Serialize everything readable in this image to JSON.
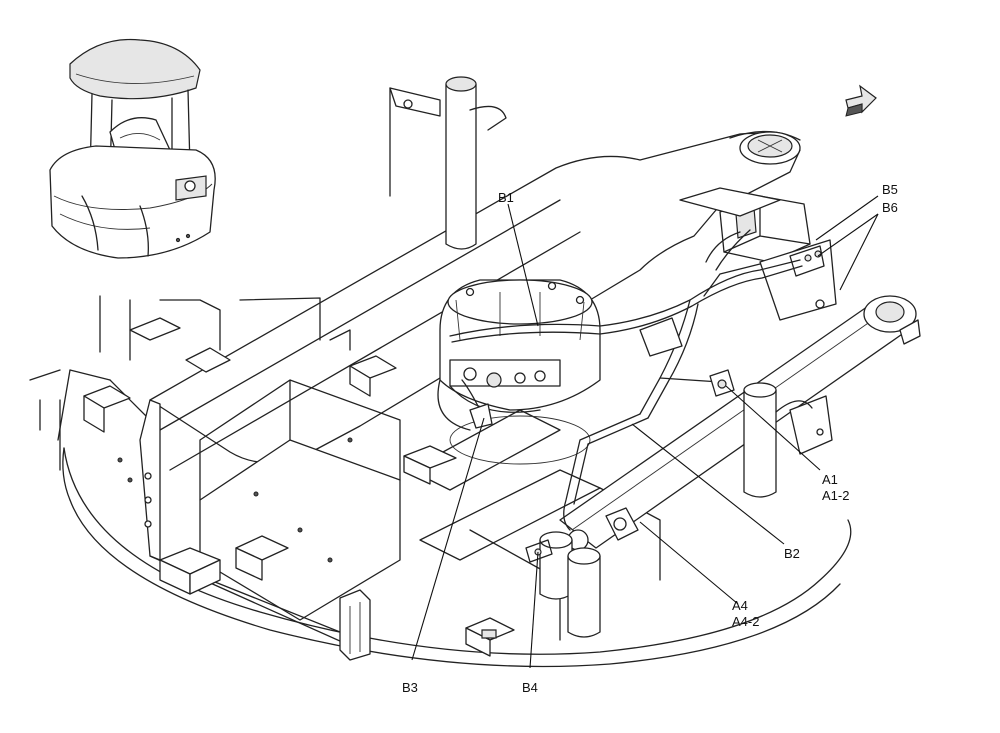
{
  "labels": {
    "b1": "B1",
    "b2": "B2",
    "b3": "B3",
    "b4": "B4",
    "b5": "B5",
    "b6": "B6",
    "a1": "A1",
    "a1_2": "A1-2",
    "a4": "A4",
    "a4_2": "A4-2"
  },
  "icons": {
    "direction_arrow": "front-direction-arrow-icon",
    "inset_view": "machine-inset-icon"
  },
  "colors": {
    "line": "#222222",
    "background": "#ffffff"
  }
}
